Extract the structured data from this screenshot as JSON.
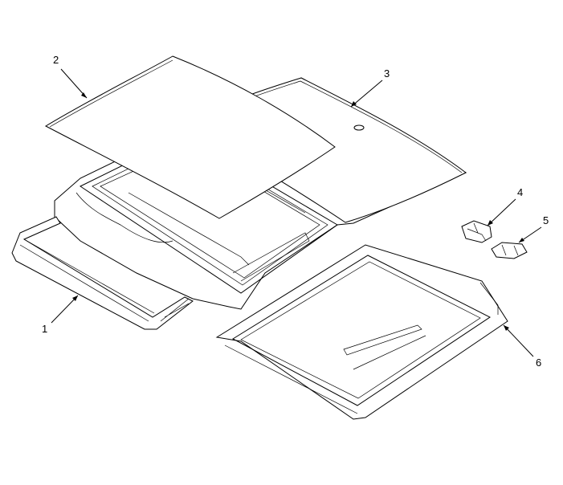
{
  "diagram": {
    "type": "exploded-parts-view",
    "callouts": [
      {
        "number": "1"
      },
      {
        "number": "2"
      },
      {
        "number": "3"
      },
      {
        "number": "4"
      },
      {
        "number": "5"
      },
      {
        "number": "6"
      }
    ]
  }
}
